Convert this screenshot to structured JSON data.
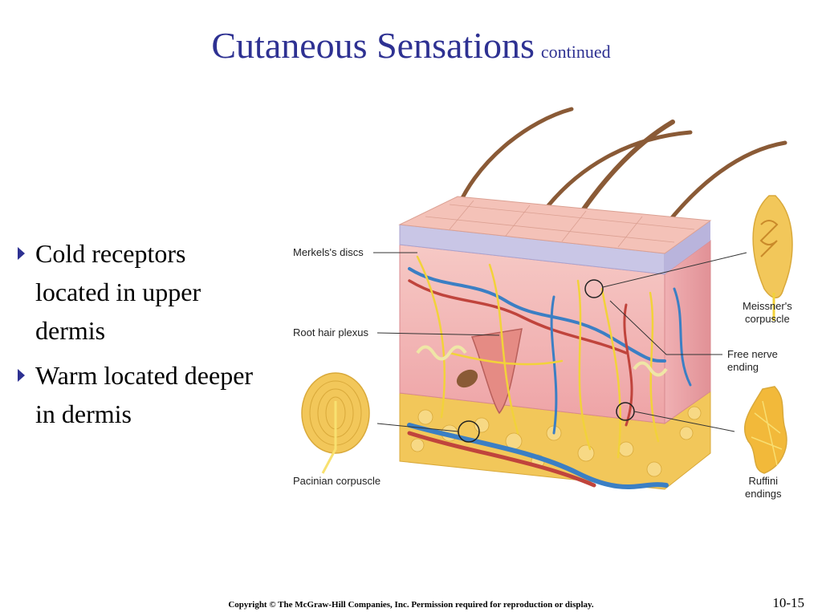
{
  "slide": {
    "title": "Cutaneous Sensations",
    "title_suffix": "continued",
    "bullets": [
      {
        "lines": [
          "Cold receptors",
          "located in upper",
          "dermis"
        ]
      },
      {
        "lines": [
          "Warm located deeper",
          "in dermis"
        ]
      }
    ],
    "copyright": "Copyright © The McGraw-Hill Companies, Inc. Permission required for reproduction or display.",
    "slide_number": "10-15"
  },
  "figure": {
    "labels": {
      "merkels_discs": "Merkels's discs",
      "root_hair_plexus": "Root hair plexus",
      "pacinian_corpuscle": "Pacinian corpuscle",
      "meissners_corpuscle": [
        "Meissner's",
        "corpuscle"
      ],
      "free_nerve_ending": [
        "Free nerve",
        "ending"
      ],
      "ruffini_endings": [
        "Ruffini",
        "endings"
      ]
    }
  },
  "colors": {
    "title": "#2e3192",
    "bullet_arrow": "#2e3192",
    "epidermis": "#f4c2b8",
    "dermis": "#f3b6b6",
    "fat": "#f2c75a",
    "hair": "#8a5a36",
    "vein": "#3b7fc4",
    "artery": "#c0443c",
    "nerve": "#f2d23a"
  }
}
